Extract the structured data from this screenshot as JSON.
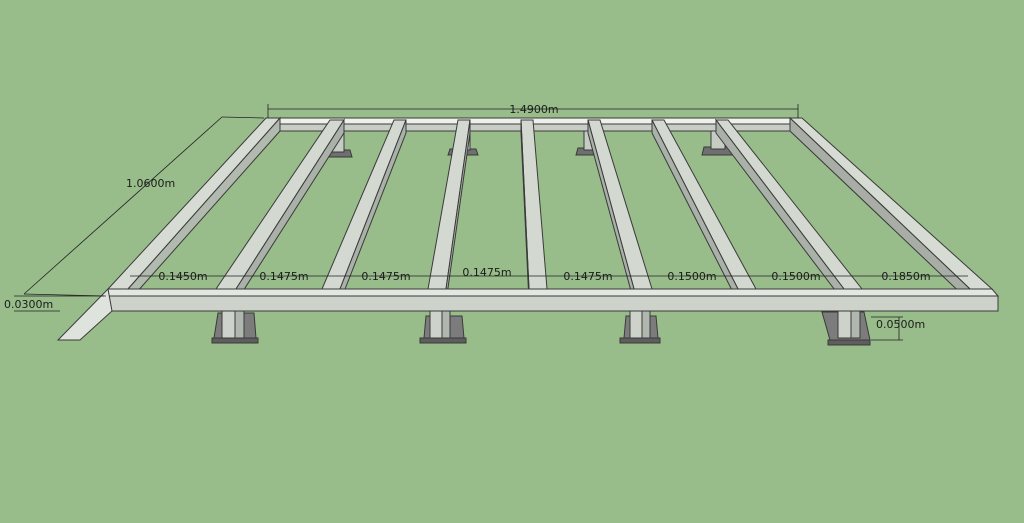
{
  "colors": {
    "background": "#98bd8b",
    "timber_top": "#d7dcd5",
    "timber_side": "#b4bcb2",
    "timber_inner": "#a4aaa4",
    "edge": "#3a3a3a",
    "base_plate": "#7c7c7c"
  },
  "dimensions": {
    "overall_width": "1.4900m",
    "overall_depth": "1.0600m",
    "frame_thickness": "0.0300m",
    "post_height": "0.0500m",
    "joist_spacings": [
      "0.1450m",
      "0.1475m",
      "0.1475m",
      "0.1475m",
      "0.1475m",
      "0.1500m",
      "0.1500m",
      "0.1850m"
    ]
  }
}
